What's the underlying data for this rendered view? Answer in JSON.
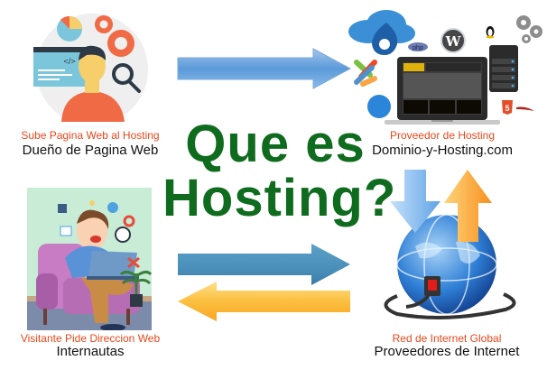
{
  "title": {
    "line1": "Que es",
    "line2": "Hosting?"
  },
  "nodes": {
    "owner": {
      "action": "Sube Pagina Web al Hosting",
      "label": "Dueño de Pagina Web",
      "code_glyph": "</>"
    },
    "provider": {
      "action": "Proveedor de Hosting",
      "label": "Dominio-y-Hosting.com",
      "php_badge": "php",
      "html5_badge": "5"
    },
    "visitor": {
      "action": "Visitante Pide Direccion Web",
      "label": "Internautas"
    },
    "network": {
      "action": "Red de Internet Global",
      "label": "Proveedores de Internet"
    }
  },
  "colors": {
    "title_green": "#0f6b1e",
    "caption_red": "#e8471c",
    "arrow_light_blue": "#7fb1e3",
    "arrow_dark_blue": "#3f87b4",
    "arrow_orange": "#fbb03b"
  },
  "icons": [
    "pie-chart-icon",
    "gear-icon",
    "magnifier-icon",
    "code-window-icon",
    "cloud-icon",
    "drupal-icon",
    "wordpress-icon",
    "joomla-icon",
    "linux-tux-icon",
    "server-icon",
    "laptop-icon",
    "html5-icon",
    "globe-icon",
    "ethernet-plug-icon"
  ]
}
